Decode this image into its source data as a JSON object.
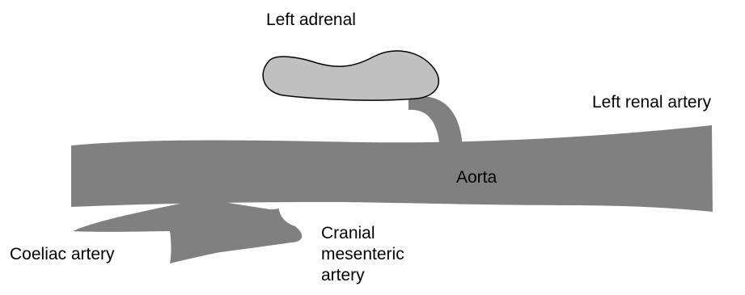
{
  "labels": {
    "left_adrenal": "Left adrenal",
    "left_renal_artery": "Left renal artery",
    "aorta": "Aorta",
    "coeliac_artery": "Coeliac artery",
    "cranial_mesenteric_artery": [
      "Cranial",
      "mesenteric",
      "artery"
    ]
  },
  "colors": {
    "vessel": "#808080",
    "adrenal_fill": "#c0c0c0",
    "adrenal_outline": "#000000",
    "text": "#000000"
  }
}
